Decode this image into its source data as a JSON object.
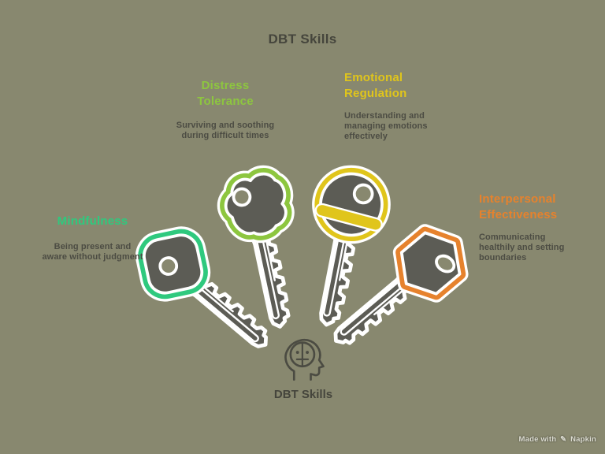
{
  "page": {
    "title": "DBT Skills",
    "background_color": "#88886F",
    "text_color_dark": "#45453C",
    "description_text_color": "#4C4C43"
  },
  "skills": [
    {
      "name": "Mindfulness",
      "heading_lines": [
        "Mindfulness"
      ],
      "description_lines": [
        "Being present and",
        "aware without judgment"
      ],
      "color": "#2FC97E",
      "key_head_shape": "rounded-square"
    },
    {
      "name": "Distress Tolerance",
      "heading_lines": [
        "Distress",
        "Tolerance"
      ],
      "description_lines": [
        "Surviving and soothing",
        "during difficult times"
      ],
      "color": "#8DC63F",
      "key_head_shape": "cloud"
    },
    {
      "name": "Emotional Regulation",
      "heading_lines": [
        "Emotional",
        "Regulation"
      ],
      "description_lines": [
        "Understanding and",
        "managing emotions",
        "effectively"
      ],
      "color": "#E0C51B",
      "key_head_shape": "circle"
    },
    {
      "name": "Interpersonal Effectiveness",
      "heading_lines": [
        "Interpersonal",
        "Effectiveness"
      ],
      "description_lines": [
        "Communicating",
        "healthily and setting",
        "boundaries"
      ],
      "color": "#E6822D",
      "key_head_shape": "hexagon"
    }
  ],
  "center": {
    "label": "DBT Skills",
    "icon": "head-profile-mind-icon",
    "icon_color": "#4B4B42"
  },
  "key_art": {
    "body_color": "#5C5C55",
    "outline_color": "#FFFFFF"
  },
  "watermark": {
    "prefix": "Made with",
    "brand": "Napkin",
    "icon": "pen-icon"
  }
}
